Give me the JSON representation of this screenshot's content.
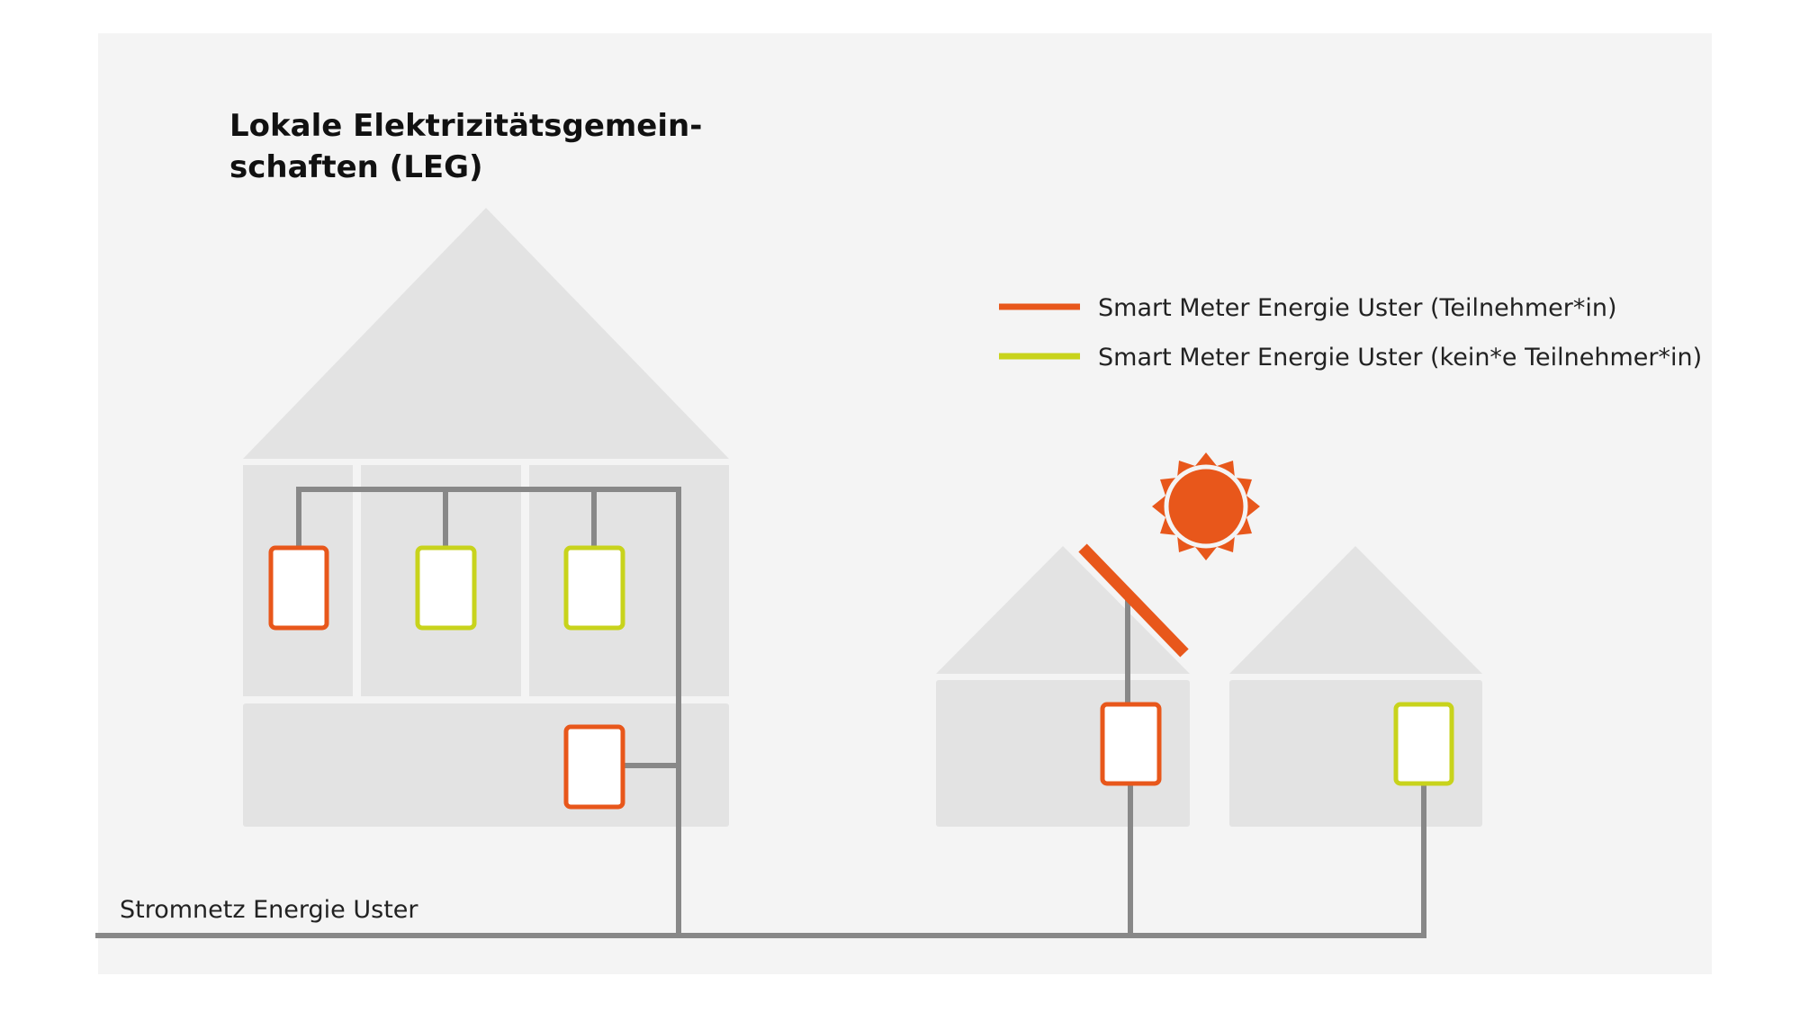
{
  "title": {
    "line1": "Lokale Elektrizitätsgemein-",
    "line2": "schaften (LEG)"
  },
  "legend": {
    "participant_label": "Smart Meter Energie Uster (Teilnehmer*in)",
    "non_participant_label": "Smart Meter Energie Uster (kein*e Teilnehmer*in)"
  },
  "grid_label": "Stromnetz Energie Uster",
  "colors": {
    "participant": "#E8571B",
    "non_participant": "#C8D31C",
    "house": "#E3E3E3",
    "background": "#F4F4F4",
    "line": "#888888"
  },
  "meters": [
    {
      "location": "apartment-building-unit-1",
      "type": "participant"
    },
    {
      "location": "apartment-building-unit-2",
      "type": "non_participant"
    },
    {
      "location": "apartment-building-unit-3",
      "type": "non_participant"
    },
    {
      "location": "apartment-building-ground-floor",
      "type": "participant"
    },
    {
      "location": "solar-house",
      "type": "participant"
    },
    {
      "location": "right-house",
      "type": "non_participant"
    }
  ]
}
